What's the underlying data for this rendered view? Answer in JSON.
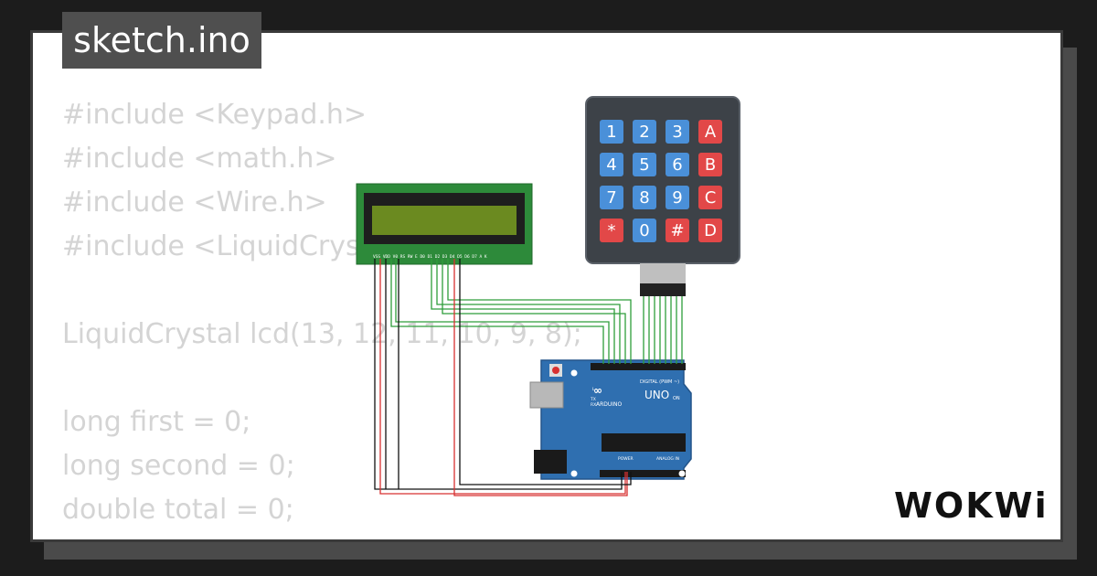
{
  "file_tab": {
    "name": "sketch.ino"
  },
  "code_lines": [
    "#include <Keypad.h>",
    "#include <math.h>",
    "#include <Wire.h>",
    "#include <LiquidCrystal.h>",
    "",
    "LiquidCrystal lcd(13, 12, 11, 10, 9, 8);",
    "",
    "long first = 0;",
    "long second = 0;",
    "double total = 0;"
  ],
  "keypad": {
    "keys": [
      "1",
      "2",
      "3",
      "A",
      "4",
      "5",
      "6",
      "B",
      "7",
      "8",
      "9",
      "C",
      "*",
      "0",
      "#",
      "D"
    ]
  },
  "arduino": {
    "brand": "ARDUINO",
    "model": "UNO",
    "digital_label": "DIGITAL (PWM ~)",
    "power_label": "POWER",
    "analog_label": "ANALOG IN",
    "tx_label": "TX",
    "rx_label": "RX",
    "l_label": "L",
    "on_label": "ON"
  },
  "lcd": {
    "pin_labels": "VSS VDD V0 RS RW E D0 D1 D2 D3 D4 D5 D6 D7 A K"
  },
  "logo": {
    "text": "WOKWi"
  },
  "colors": {
    "background": "#1c1c1c",
    "card": "#ffffff",
    "badge": "#4f4f4f",
    "code_text": "#d4d4d4",
    "lcd_pcb": "#2d8a3a",
    "lcd_screen": "#6b8a20",
    "keypad_body": "#3d4248",
    "key_blue": "#4a90d9",
    "key_red": "#e24848",
    "arduino_board": "#2f6fb0",
    "wire_green": "#2e9d3a",
    "wire_red": "#d83030",
    "wire_black": "#111111"
  }
}
